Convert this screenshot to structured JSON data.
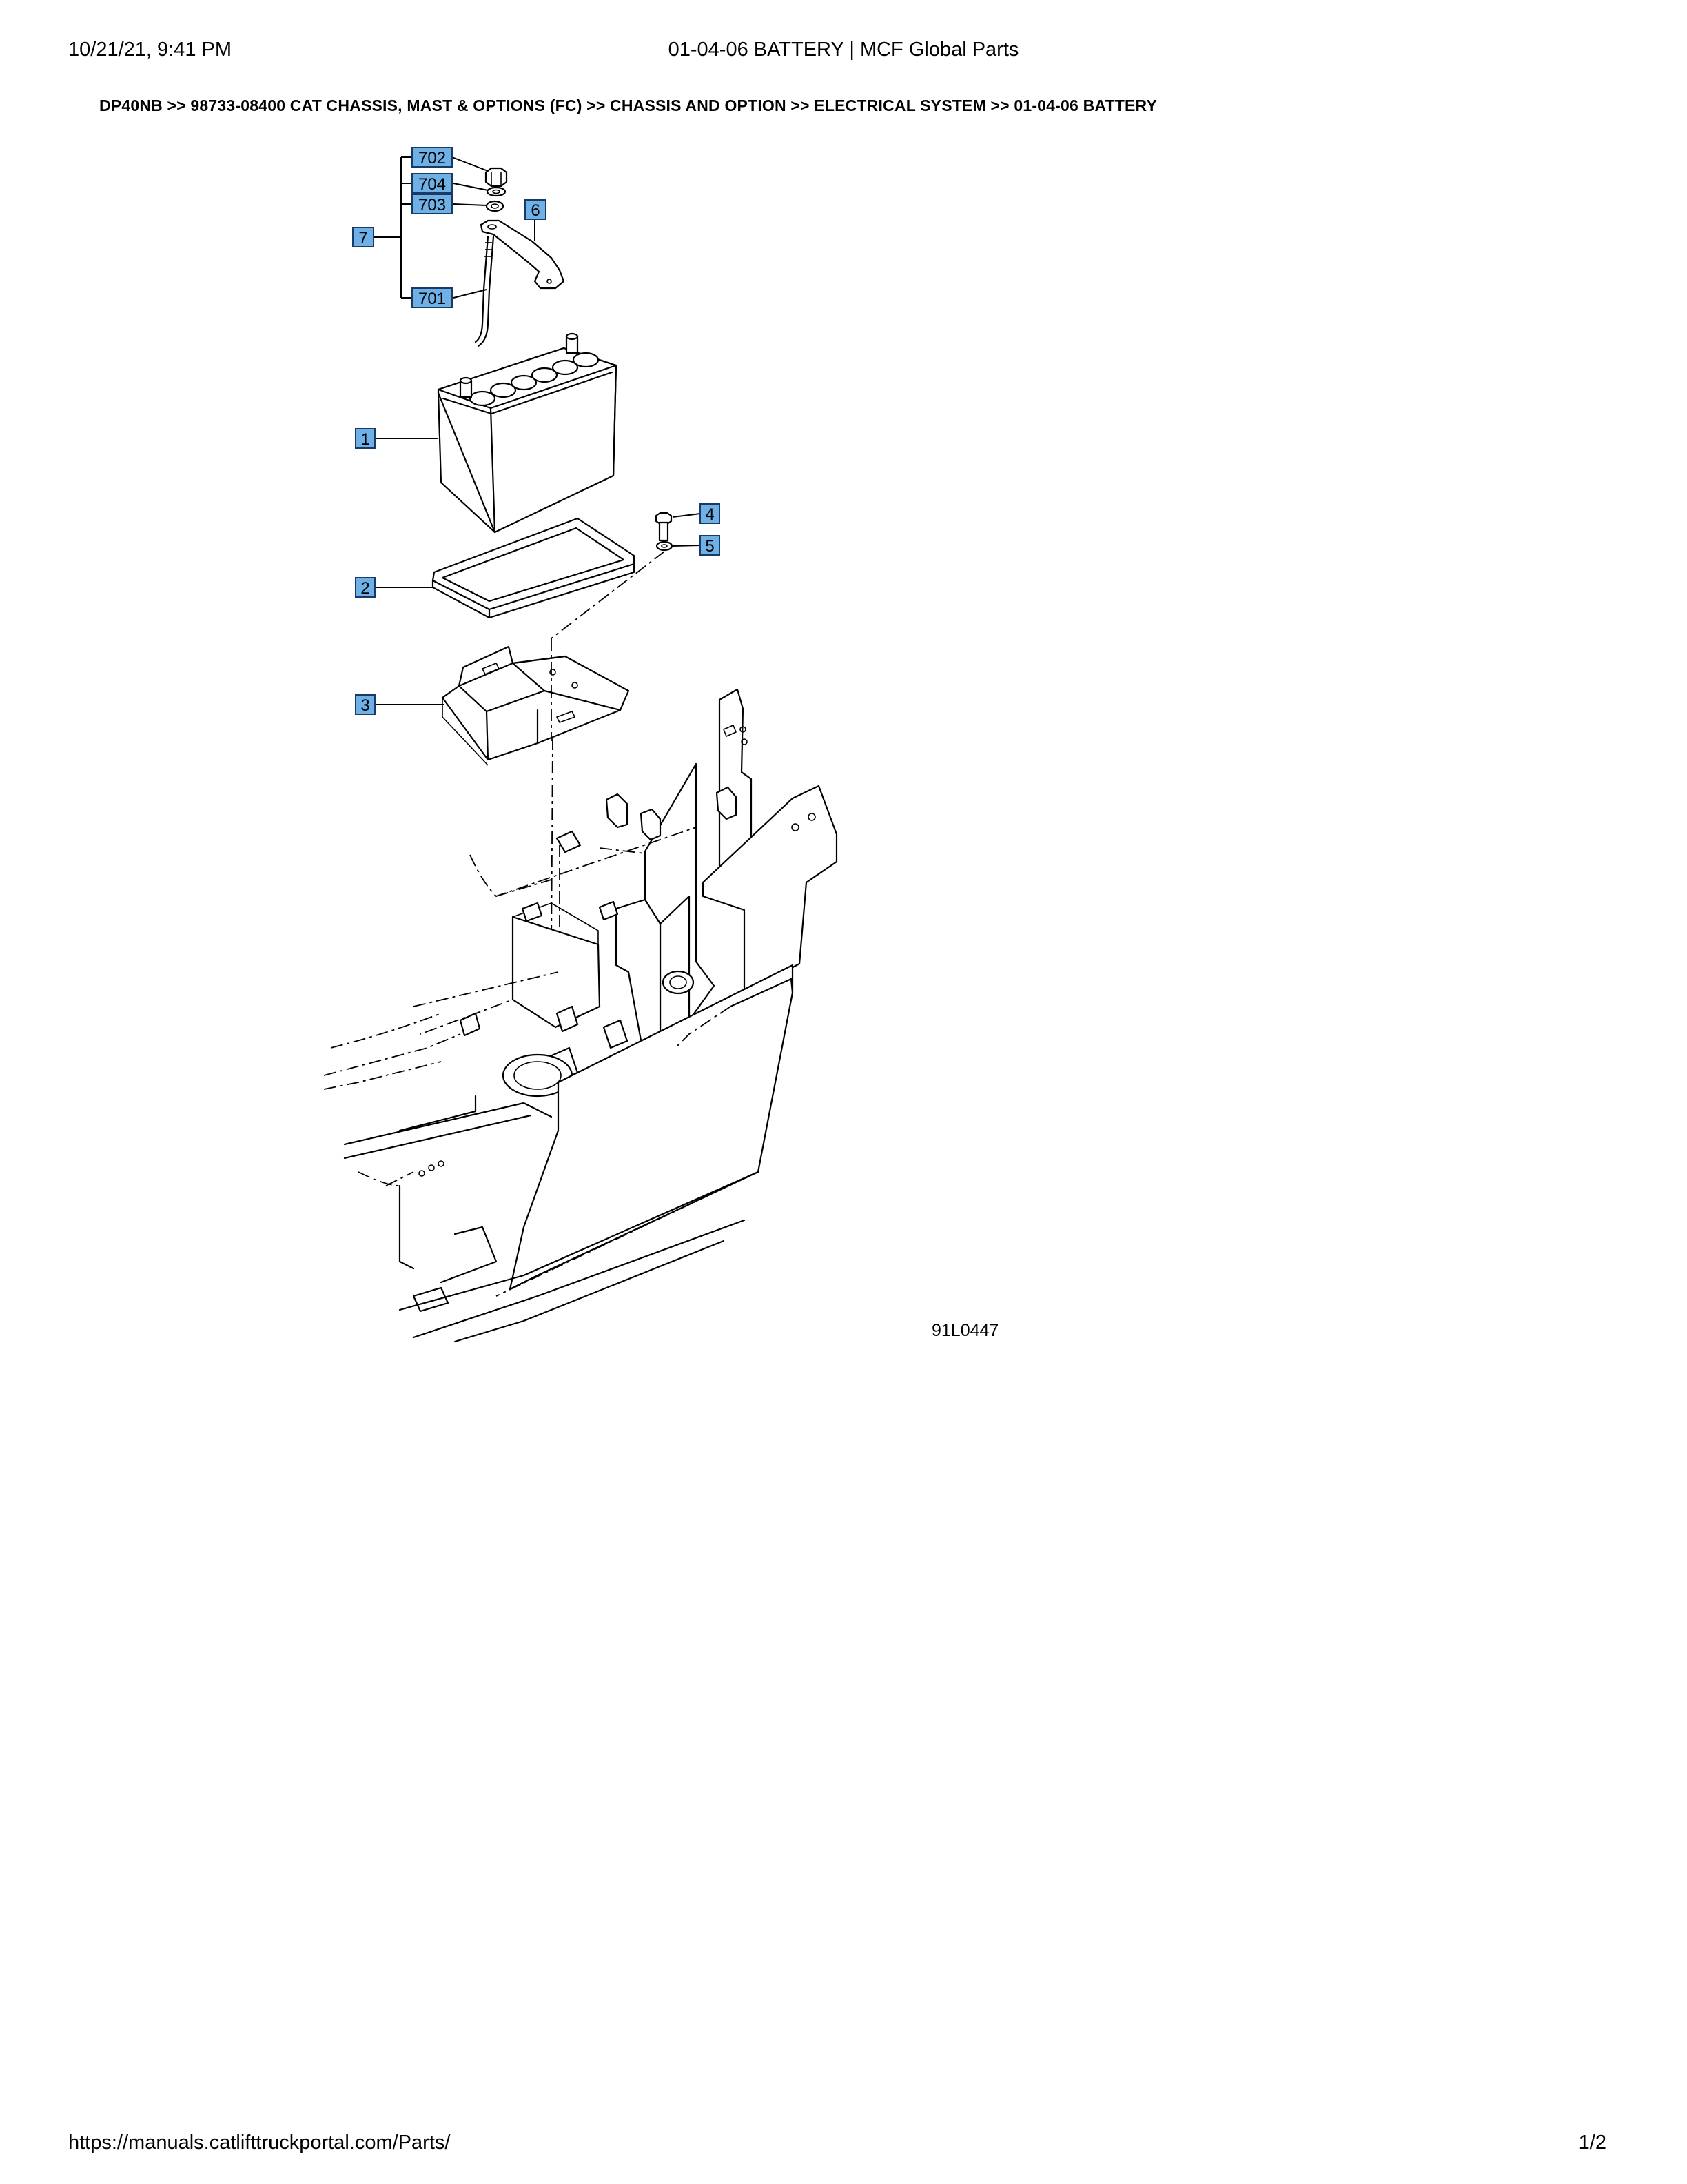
{
  "header": {
    "datetime": "10/21/21, 9:41 PM",
    "title": "01-04-06 BATTERY | MCF Global Parts"
  },
  "breadcrumb": {
    "items": [
      "DP40NB",
      "98733-08400 CAT CHASSIS, MAST & OPTIONS (FC)",
      "CHASSIS AND OPTION",
      "ELECTRICAL SYSTEM",
      "01-04-06 BATTERY"
    ],
    "separator": " >> "
  },
  "diagram": {
    "figure_id": "91L0447",
    "callouts": [
      "702",
      "704",
      "703",
      "7",
      "6",
      "701",
      "1",
      "4",
      "5",
      "2",
      "3"
    ]
  },
  "footer": {
    "url": "https://manuals.catlifttruckportal.com/Parts/",
    "page": "1/2"
  },
  "colors": {
    "callout_fill": "#6fb0e6",
    "callout_border": "#1a3a66",
    "line": "#000000"
  }
}
